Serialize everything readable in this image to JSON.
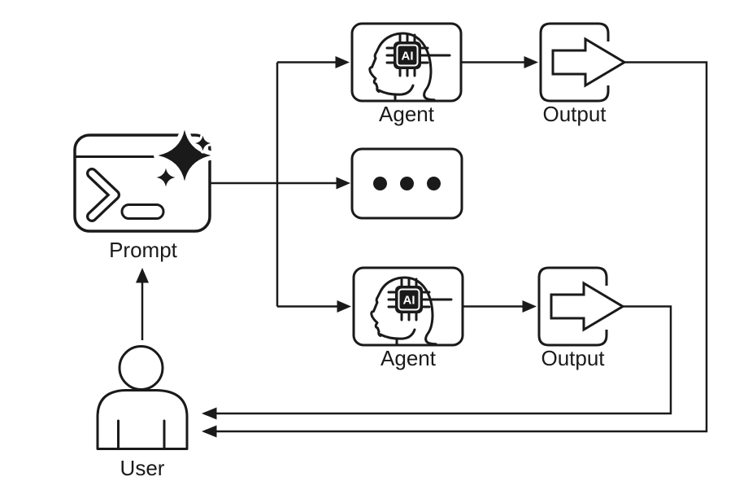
{
  "diagram": {
    "type": "flow-diagram",
    "background": "#ffffff",
    "ink_color": "#1a1a1a",
    "nodes": {
      "user": {
        "label": "User",
        "icon": "person-icon"
      },
      "prompt": {
        "label": "Prompt",
        "icon": "terminal-sparkle-icon"
      },
      "agent_top": {
        "label": "Agent",
        "icon": "ai-head-icon",
        "chip_label": "AI"
      },
      "ellipsis": {
        "icon": "ellipsis-icon",
        "dots": 3
      },
      "agent_bottom": {
        "label": "Agent",
        "icon": "ai-head-icon",
        "chip_label": "AI"
      },
      "output_top": {
        "label": "Output",
        "icon": "export-arrow-icon"
      },
      "output_bottom": {
        "label": "Output",
        "icon": "export-arrow-icon"
      }
    },
    "edges": [
      {
        "from": "user",
        "to": "prompt"
      },
      {
        "from": "prompt",
        "to": "agent_top"
      },
      {
        "from": "prompt",
        "to": "ellipsis"
      },
      {
        "from": "prompt",
        "to": "agent_bottom"
      },
      {
        "from": "agent_top",
        "to": "output_top"
      },
      {
        "from": "agent_bottom",
        "to": "output_bottom"
      },
      {
        "from": "output_top",
        "to": "user"
      },
      {
        "from": "output_bottom",
        "to": "user"
      }
    ]
  }
}
